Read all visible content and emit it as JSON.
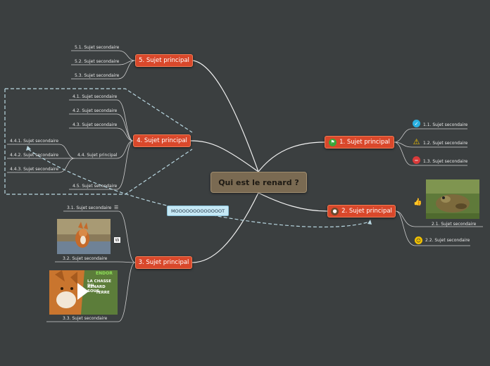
{
  "central": {
    "title": "Qui est le renard ?"
  },
  "branches": {
    "b1": {
      "label": "1. Sujet principal",
      "children": [
        "1.1. Sujet secondaire",
        "1.2. Sujet secondaire",
        "1.3. Sujet secondaire"
      ]
    },
    "b2": {
      "label": "2. Sujet principal",
      "children": [
        "2.1. Sujet secondaire",
        "2.2. Sujet secondaire"
      ]
    },
    "b3": {
      "label": "3. Sujet principal",
      "children": [
        "3.1. Sujet secondaire",
        "3.2. Sujet secondaire",
        "3.3. Sujet secondaire"
      ]
    },
    "b4": {
      "label": "4. Sujet principal",
      "children": [
        "4.1. Sujet secondaire",
        "4.2. Sujet secondaire",
        "4.3. Sujet secondaire",
        "4.4. Sujet principal",
        "4.5. Sujet secondaire"
      ],
      "sub44": [
        "4.4.1. Sujet secondaire",
        "4.4.2. Sujet secondaire",
        "4.4.3. Sujet secondaire"
      ]
    },
    "b5": {
      "label": "5. Sujet principal",
      "children": [
        "5.1. Sujet secondaire",
        "5.2. Sujet secondaire",
        "5.3. Sujet secondaire"
      ]
    }
  },
  "note": {
    "text": "MOOOOOOOOOOOOOT"
  },
  "video_caption": {
    "brand": "ENDOR",
    "line1": "LA CHASSE DU",
    "line2": "RENARD SOUS",
    "line3": "TERRE"
  },
  "colors": {
    "background": "#3b3f40",
    "main_node": "#d9482b",
    "central_node": "#7a6a52",
    "note": "#c6e9f6"
  },
  "icons": {
    "b1": "flag-icon",
    "b2": "mole-icon",
    "c11": "checkmark-icon",
    "c12": "warning-icon",
    "c13": "stop-icon",
    "c21": "thumbs-up-icon",
    "c22": "laughing-face-icon",
    "c31": "list-icon",
    "c32": "wikipedia-icon"
  }
}
